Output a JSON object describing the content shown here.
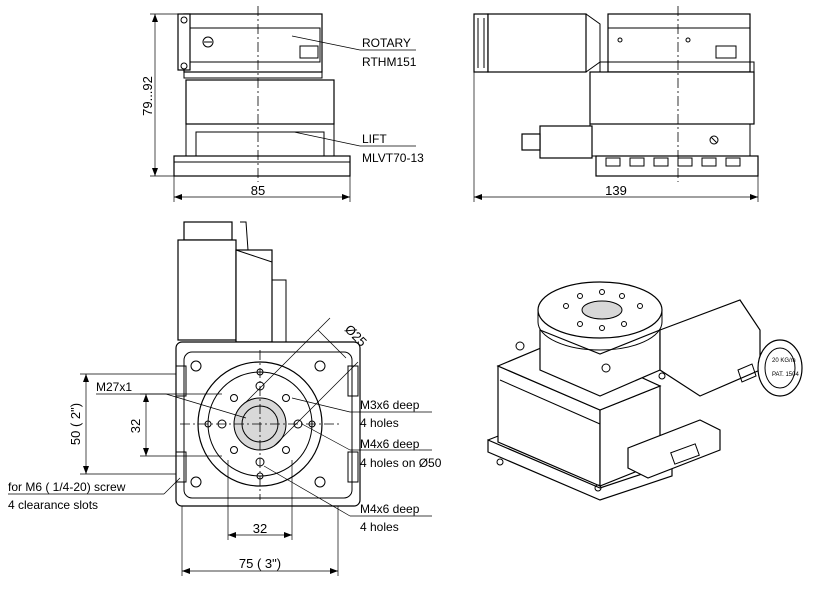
{
  "labels": {
    "rotary": "ROTARY",
    "rotary_model": "RTHM151",
    "lift": "LIFT",
    "lift_model": "MLVT70-13",
    "height_range": "79...92",
    "width_front": "85",
    "width_side": "139",
    "diameter_25": "Ø25",
    "m27": "M27x1",
    "dim_50": "50 ( 2\")",
    "dim_32_vert": "32",
    "dim_32_horiz": "32",
    "dim_75": "75 ( 3\")",
    "m3_holes": "M3x6 deep",
    "m3_count": "4 holes",
    "m4_holes": "M4x6 deep",
    "m4_on_circle": "4 holes on Ø50",
    "m4_holes_2": "M4x6 deep",
    "m4_count_2": "4 holes",
    "slots_line1": "for M6 ( 1/4-20)   screw",
    "slots_line2": "4 clearance slots"
  },
  "iso_text": {
    "badge1": "20 KG/m",
    "badge2": "PAT. 1504"
  }
}
